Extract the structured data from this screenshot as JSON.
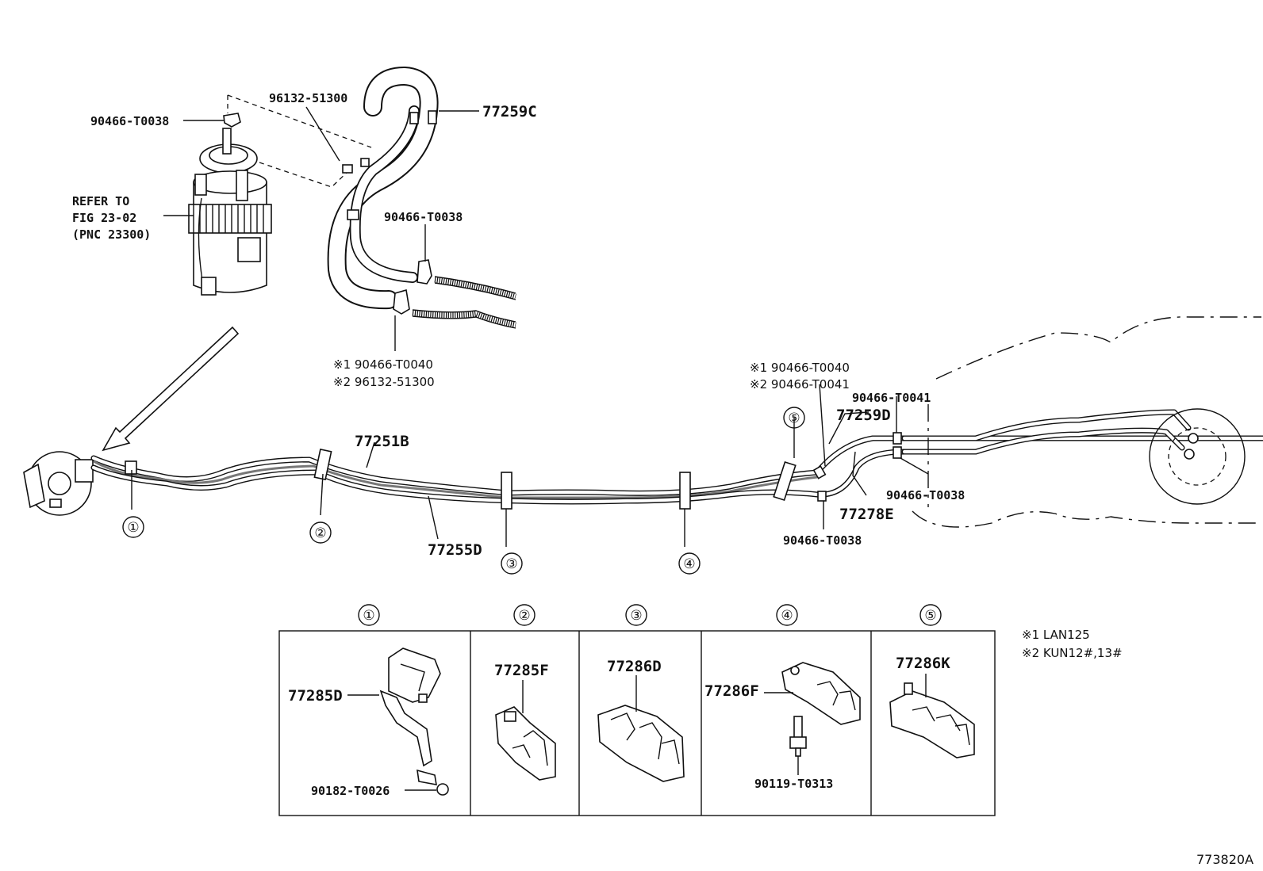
{
  "parts": {
    "p_90466_T0038_top": "90466-T0038",
    "p_96132_51300": "96132-51300",
    "p_77259C": "77259C",
    "p_refer1": "REFER TO",
    "p_refer2": "FIG 23-02",
    "p_refer3": "(PNC 23300)",
    "p_90466_T0038_mid": "90466-T0038",
    "p_note1_a": "※1 90466-T0040",
    "p_note2_a": "※2 96132-51300",
    "p_note1_b": "※1 90466-T0040",
    "p_note2_b": "※2 90466-T0041",
    "p_90466_T0041": "90466-T0041",
    "p_77259D": "77259D",
    "p_77251B": "77251B",
    "p_77255D": "77255D",
    "p_77278E": "77278E",
    "p_90466_T0038_r": "90466-T0038",
    "p_90466_T0038_b": "90466-T0038"
  },
  "callouts": [
    "①",
    "②",
    "③",
    "④",
    "⑤"
  ],
  "detail": {
    "headers": [
      "①",
      "②",
      "③",
      "④",
      "⑤"
    ],
    "p_77285D": "77285D",
    "p_90182_T0026": "90182-T0026",
    "p_77285F": "77285F",
    "p_77286D": "77286D",
    "p_77286F": "77286F",
    "p_90119_T0313": "90119-T0313",
    "p_77286K": "77286K"
  },
  "legend": {
    "note1": "※1 LAN125",
    "note2": "※2 KUN12#,13#"
  },
  "figure_id": "773820A"
}
